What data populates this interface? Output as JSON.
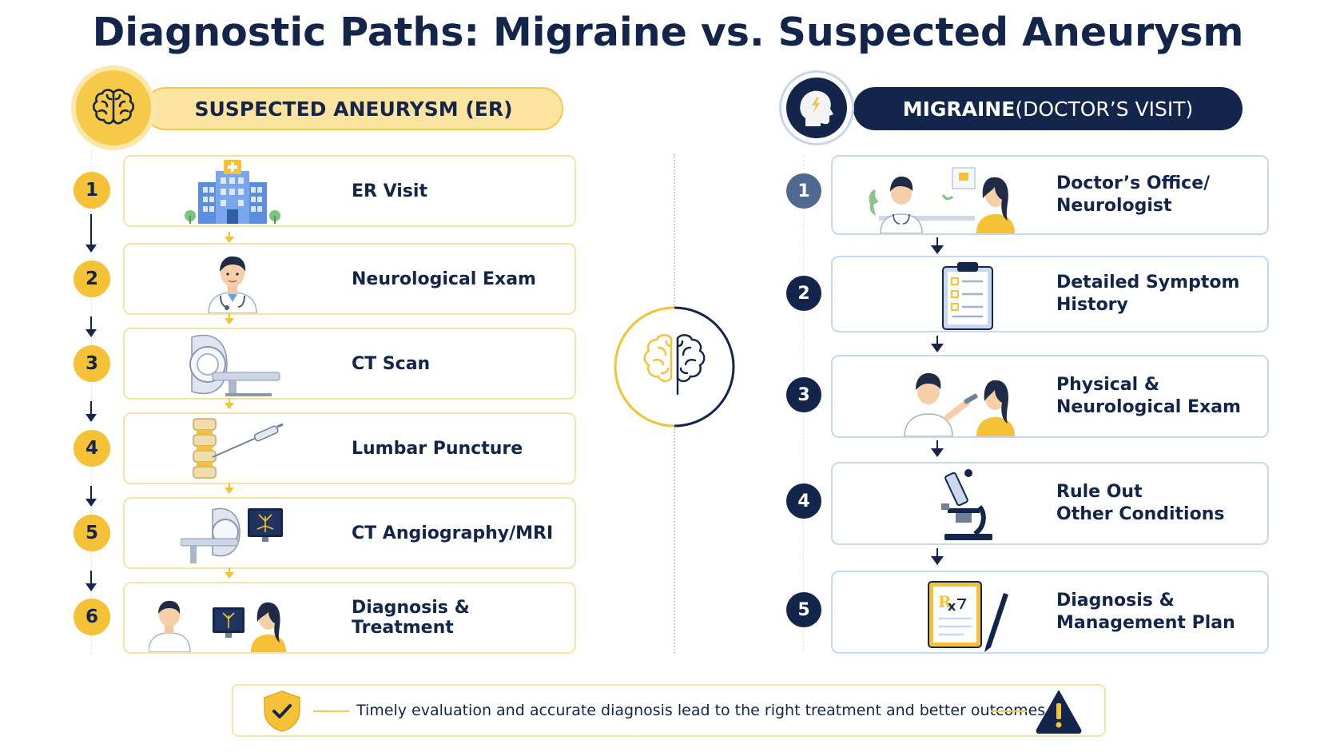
{
  "title": "Diagnostic Paths: Migraine vs. Suspected Aneurysm",
  "left": {
    "header": "SUSPECTED ANEURYSM (ER)",
    "header_icon": "brain-icon",
    "accent": "#f5c136",
    "steps": [
      {
        "num": "1",
        "label": "ER Visit",
        "icon": "hospital-icon"
      },
      {
        "num": "2",
        "label": "Neurological Exam",
        "icon": "doctor-icon"
      },
      {
        "num": "3",
        "label": "CT Scan",
        "icon": "ct-scanner-icon"
      },
      {
        "num": "4",
        "label": "Lumbar Puncture",
        "icon": "spine-needle-icon"
      },
      {
        "num": "5",
        "label": "CT Angiography/MRI",
        "icon": "mri-scanner-icon"
      },
      {
        "num": "6",
        "label": "Diagnosis & Treatment",
        "icon": "doctor-patient-icon"
      }
    ]
  },
  "right": {
    "header_bold": "MIGRAINE",
    "header_rest": " (DOCTOR’S VISIT)",
    "header_icon": "head-lightning-icon",
    "accent": "#13254a",
    "steps": [
      {
        "num": "1",
        "label": "Doctor’s Office/\nNeurologist",
        "icon": "doctor-office-icon"
      },
      {
        "num": "2",
        "label": "Detailed Symptom History",
        "icon": "clipboard-icon"
      },
      {
        "num": "3",
        "label": "Physical &\nNeurological Exam",
        "icon": "eye-exam-icon"
      },
      {
        "num": "4",
        "label": "Rule Out\nOther Conditions",
        "icon": "microscope-icon"
      },
      {
        "num": "5",
        "label": "Diagnosis &\nManagement Plan",
        "icon": "prescription-icon"
      }
    ]
  },
  "center_icon": "split-brain-icon",
  "footer": {
    "text": "Timely evaluation and accurate diagnosis lead to the right treatment and better outcomes.",
    "left_icon": "shield-check-icon",
    "right_icon": "warning-icon"
  }
}
